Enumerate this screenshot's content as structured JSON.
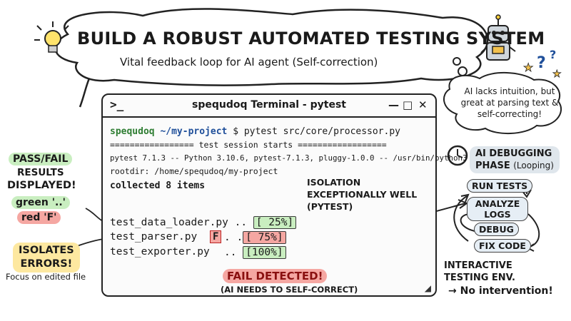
{
  "header": {
    "title": "BUILD A ROBUST AUTOMATED TESTING SYSTEM",
    "subtitle": "Vital feedback loop for AI agent (Self-correction)"
  },
  "robot_thought": "AI lacks intuition, but great at parsing text & self-correcting!",
  "terminal": {
    "prompt_icon": ">_",
    "title": "spequdoq Terminal - pytest",
    "controls": {
      "minimize": "—",
      "maximize": "□",
      "close": "✕"
    },
    "command": {
      "user": "spequdoq",
      "path": "~/my-project",
      "symbol": "$",
      "cmd": "pytest src/core/processor.py"
    },
    "session_line": "================= test session starts ==================",
    "platform_line": "pytest 7.1.3 -- Python 3.10.6, pytest-7.1.3, pluggy-1.0.0 -- /usr/bin/python3",
    "rootdir_line": "rootdir: /home/spequdoq/my-project",
    "collected_line": "collected 8 items",
    "tests": [
      {
        "name": "test_data_loader.py",
        "mid": " .. ",
        "percent": "[ 25%]",
        "status": "pass"
      },
      {
        "name": "test_parser.py",
        "fail_marker": "F",
        "mid": ". .",
        "percent": "[ 75%]",
        "status": "fail"
      },
      {
        "name": "test_exporter.py",
        "mid": " .. ",
        "percent": "[100%]",
        "status": "pass"
      }
    ],
    "isolation_note": [
      "ISOLATION",
      "EXCEPTIONALLY WELL",
      "(PYTEST)"
    ],
    "fail_label": "FAIL DETECTED!",
    "fail_sublabel": "(AI NEEDS TO SELF-CORRECT)"
  },
  "left_notes": {
    "results_pill": "PASS/FAIL",
    "results_line1": "RESULTS",
    "results_line2": "DISPLAYED!",
    "green_label": "green '..'",
    "red_label": "red 'F'",
    "isolates_line1": "ISOLATES",
    "isolates_line2": "ERRORS!",
    "focus_note": "Focus on edited file"
  },
  "debug_phase": {
    "title_line1": "AI DEBUGGING",
    "title_line2": "PHASE",
    "looping": "(Looping)",
    "steps": [
      "RUN TESTS",
      "ANALYZE LOGS",
      "DEBUG",
      "FIX CODE"
    ],
    "env_line1": "INTERACTIVE",
    "env_line2": "TESTING ENV.",
    "no_intervention": "→ No intervention!"
  },
  "colors": {
    "pass_green": "#c9eec0",
    "fail_red": "#f5a7a2",
    "highlight_yellow": "#fde8a0",
    "terminal_border": "#222222",
    "command_green": "#2e7d32",
    "path_blue": "#1f4f9a"
  },
  "icons": [
    "lightbulb-icon",
    "robot-icon",
    "clock-icon",
    "question-mark-icon",
    "star-icon"
  ]
}
